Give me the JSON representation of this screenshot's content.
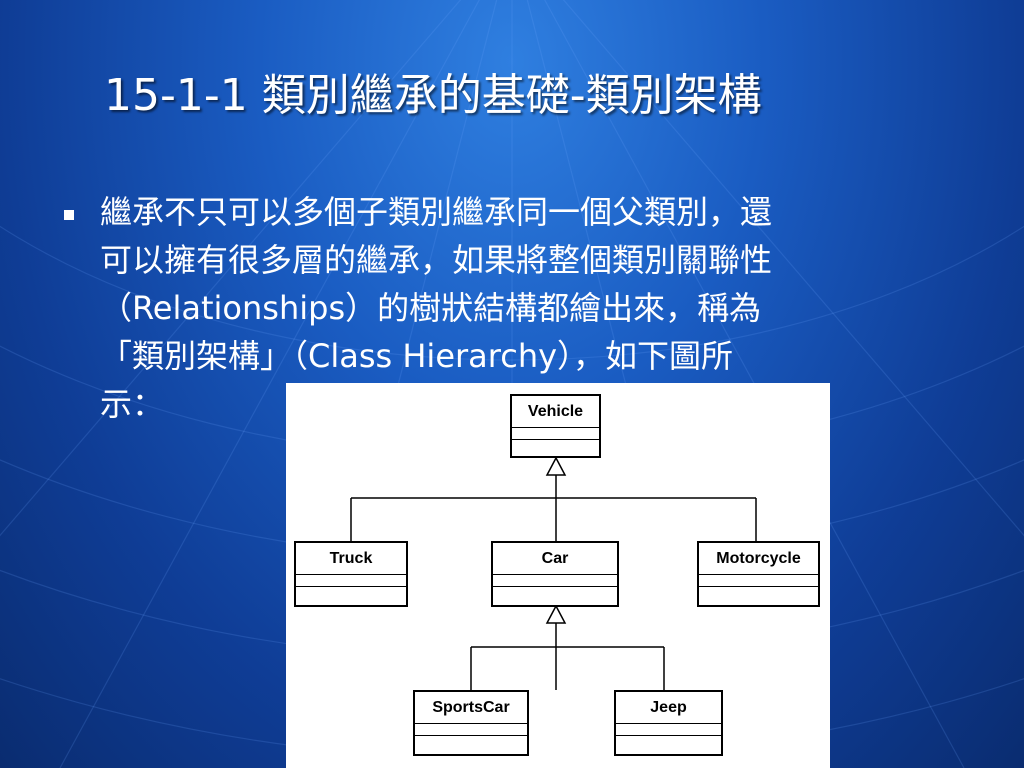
{
  "slide": {
    "title": "15-1-1 類別繼承的基礎-類別架構",
    "body_lines": [
      "繼承不只可以多個子類別繼承同一個父類別，還",
      "可以擁有很多層的繼承，如果將整個類別關聯性",
      "（Relationships）的樹狀結構都繪出來，稱為",
      "「類別架構」（Class Hierarchy），如下圖所",
      "示："
    ]
  },
  "diagram": {
    "classes": {
      "vehicle": "Vehicle",
      "truck": "Truck",
      "car": "Car",
      "motorcycle": "Motorcycle",
      "sportscar": "SportsCar",
      "jeep": "Jeep"
    }
  },
  "colors": {
    "background": "#1a5cc2",
    "text": "#ffffff"
  }
}
